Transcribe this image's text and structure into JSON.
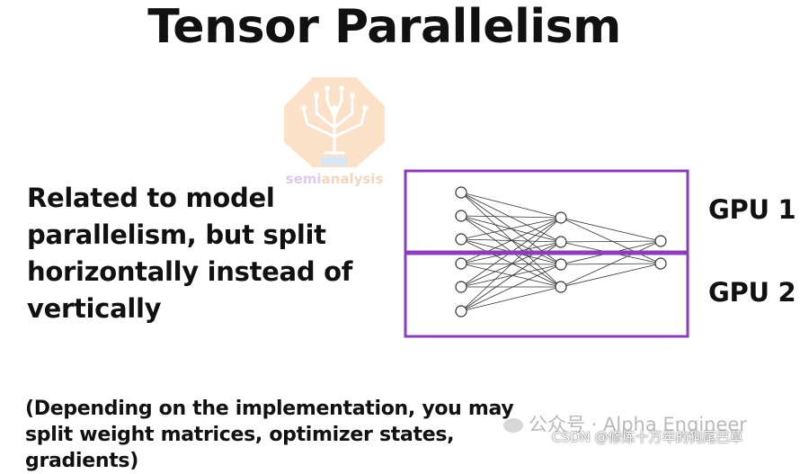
{
  "title": "Tensor Parallelism",
  "logo": {
    "text_part1": "semi",
    "text_part2": "analysis",
    "color_primary": "#f3b57c",
    "color_secondary": "#c59be0"
  },
  "body_text": "Related to model parallelism, but split horizontally instead of vertically",
  "diagram": {
    "box_color": "#8a3fb8",
    "gpu_labels": [
      "GPU 1",
      "GPU 2"
    ],
    "layers": [
      6,
      4,
      2
    ]
  },
  "footnote": "(Depending on the implementation, you may split weight matrices, optimizer states, gradients)",
  "watermark": "公众号 · Alpha Engineer",
  "csdn_watermark": "CSDN @修炼十万年的狗尾巴草"
}
